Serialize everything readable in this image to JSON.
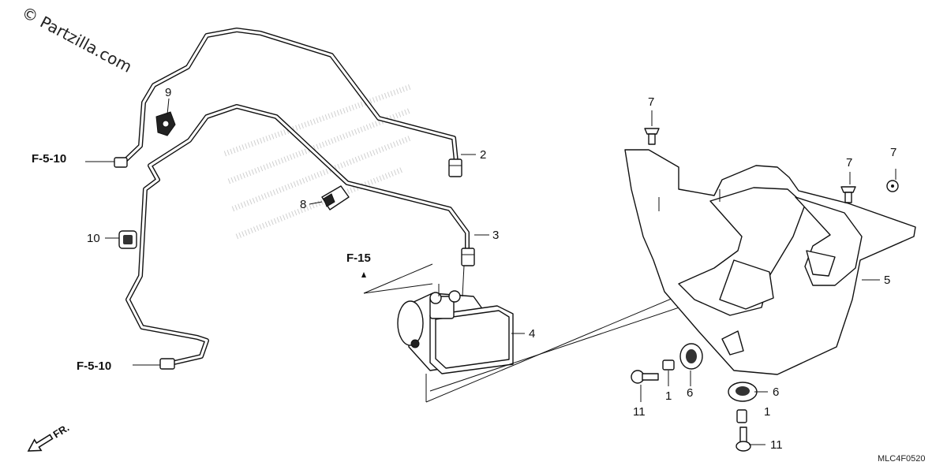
{
  "watermark": "© Partzilla.com",
  "diagram_code": "MLC4F0520",
  "front_marker": "FR.",
  "references": {
    "f5_10_upper": "F-5-10",
    "f5_10_lower": "F-5-10",
    "f15": "F-15"
  },
  "callouts": {
    "p1a": "1",
    "p1b": "1",
    "p2": "2",
    "p3": "3",
    "p4": "4",
    "p5": "5",
    "p6a": "6",
    "p6b": "6",
    "p7a": "7",
    "p7b": "7",
    "p7c": "7",
    "p8": "8",
    "p9": "9",
    "p10": "10",
    "p11a": "11",
    "p11b": "11"
  }
}
